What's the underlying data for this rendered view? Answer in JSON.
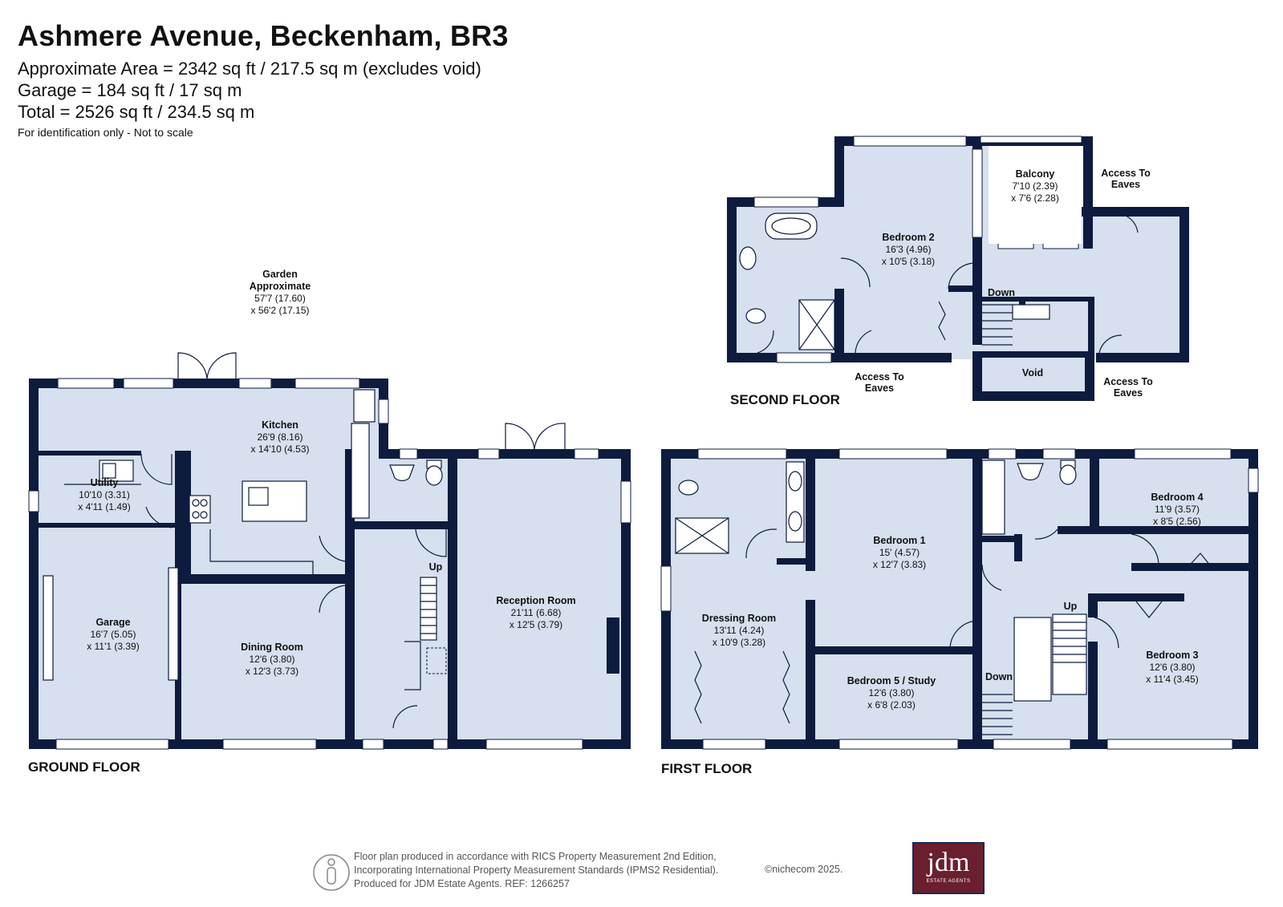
{
  "header": {
    "title": "Ashmere Avenue, Beckenham, BR3",
    "area_line": "Approximate Area = 2342 sq ft / 217.5 sq m (excludes void)",
    "garage_line": "Garage = 184 sq ft / 17 sq m",
    "total_line": "Total = 2526 sq ft / 234.5 sq m",
    "note": "For identification only - Not to scale"
  },
  "floors": {
    "ground": "GROUND FLOOR",
    "first": "FIRST FLOOR",
    "second": "SECOND FLOOR"
  },
  "garden": {
    "name1": "Garden",
    "name2": "Approximate",
    "dim1": "57'7 (17.60)",
    "dim2": "x 56'2 (17.15)"
  },
  "rooms": {
    "kitchen": {
      "name": "Kitchen",
      "dim1": "26'9 (8.16)",
      "dim2": "x 14'10 (4.53)"
    },
    "utility": {
      "name": "Utility",
      "dim1": "10'10 (3.31)",
      "dim2": "x 4'11 (1.49)"
    },
    "garage": {
      "name": "Garage",
      "dim1": "16'7 (5.05)",
      "dim2": "x 11'1 (3.39)"
    },
    "dining": {
      "name": "Dining Room",
      "dim1": "12'6 (3.80)",
      "dim2": "x 12'3 (3.73)"
    },
    "reception": {
      "name": "Reception Room",
      "dim1": "21'11 (6.68)",
      "dim2": "x 12'5 (3.79)"
    },
    "dressing": {
      "name": "Dressing Room",
      "dim1": "13'11 (4.24)",
      "dim2": "x 10'9 (3.28)"
    },
    "bedroom1": {
      "name": "Bedroom 1",
      "dim1": "15' (4.57)",
      "dim2": "x 12'7 (3.83)"
    },
    "bedroom5": {
      "name": "Bedroom 5 / Study",
      "dim1": "12'6 (3.80)",
      "dim2": "x 6'8 (2.03)"
    },
    "bedroom4": {
      "name": "Bedroom 4",
      "dim1": "11'9 (3.57)",
      "dim2": "x 8'5 (2.56)"
    },
    "bedroom3": {
      "name": "Bedroom 3",
      "dim1": "12'6 (3.80)",
      "dim2": "x 11'4 (3.45)"
    },
    "bedroom2": {
      "name": "Bedroom 2",
      "dim1": "16'3 (4.96)",
      "dim2": "x 10'5 (3.18)"
    },
    "balcony": {
      "name": "Balcony",
      "dim1": "7'10 (2.39)",
      "dim2": "x 7'6 (2.28)"
    },
    "void": {
      "name": "Void"
    }
  },
  "labels": {
    "up": "Up",
    "down": "Down",
    "eaves1": "Access To",
    "eaves2": "Eaves"
  },
  "footer": {
    "line1": "Floor plan produced in accordance with RICS Property Measurement 2nd Edition,",
    "line2": "Incorporating International Property Measurement Standards (IPMS2 Residential).",
    "line3": "Produced for JDM Estate Agents.   REF:  1266257",
    "copyright": "©nichecom 2025.",
    "logo_text": "jdm",
    "logo_sub": "ESTATE AGENTS"
  },
  "colors": {
    "wall": "#0d1b3e",
    "room": "#d6e0ee",
    "logo": "#6b1f2e"
  }
}
